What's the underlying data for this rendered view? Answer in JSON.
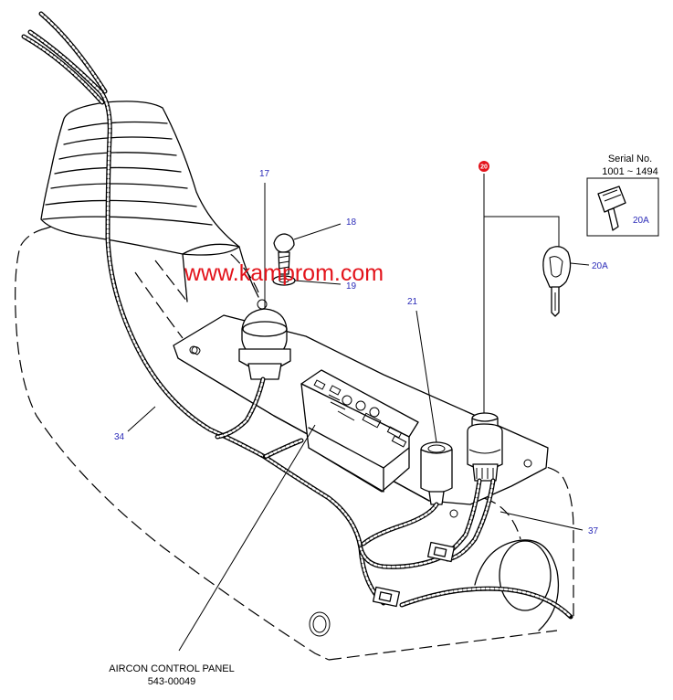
{
  "watermark": "www.kamprom.com",
  "serial": {
    "title": "Serial No.",
    "range": "1001 ~ 1494"
  },
  "callouts": {
    "c17": "17",
    "c18": "18",
    "c19": "19",
    "c20": "20",
    "c20a_inset": "20A",
    "c20a_key": "20A",
    "c21": "21",
    "c34": "34",
    "c37": "37"
  },
  "caption": {
    "line1": "AIRCON CONTROL PANEL",
    "line2": "543-00049"
  },
  "colors": {
    "callout": "#2b2bb8",
    "watermark": "#e3131b",
    "badge": "#e3131b",
    "line": "#000000"
  }
}
